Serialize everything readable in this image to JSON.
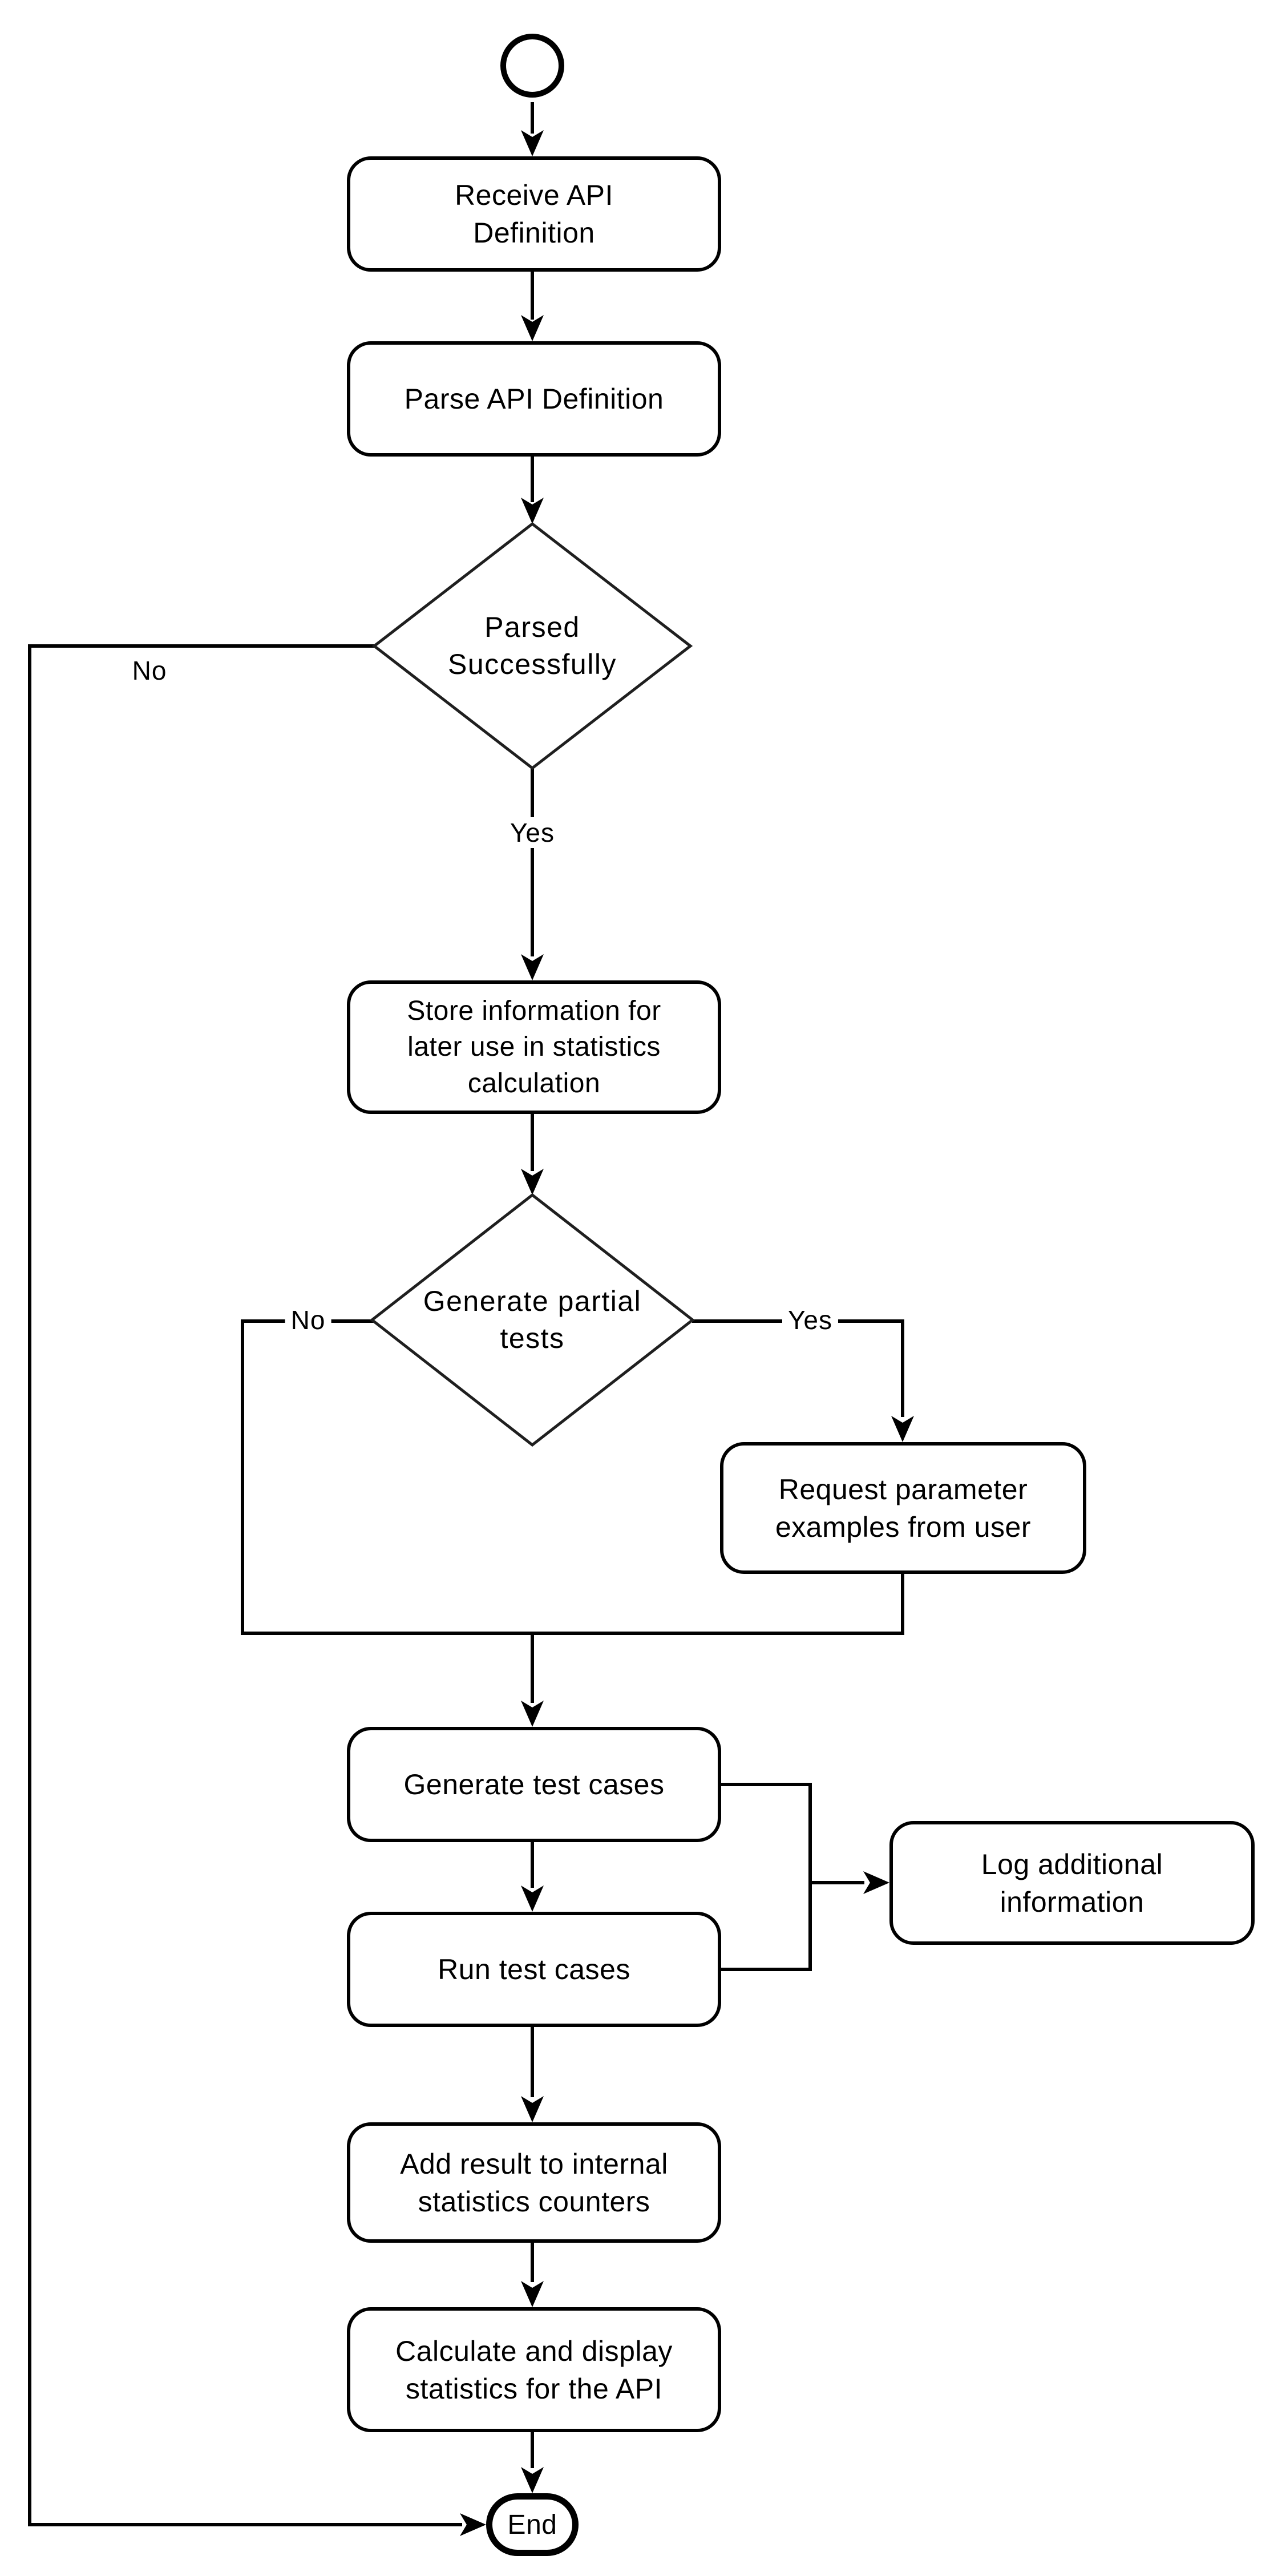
{
  "flowchart": {
    "nodes": {
      "receive_api_definition": {
        "label": "Receive API\nDefinition"
      },
      "parse_api_definition": {
        "label": "Parse API Definition"
      },
      "parsed_successfully": {
        "label": "Parsed\nSuccessfully"
      },
      "store_information": {
        "label": "Store information for\nlater use in statistics\ncalculation"
      },
      "generate_partial_tests": {
        "label": "Generate partial\ntests"
      },
      "request_parameter_examples": {
        "label": "Request parameter\nexamples from user"
      },
      "generate_test_cases": {
        "label": "Generate test cases"
      },
      "run_test_cases": {
        "label": "Run test cases"
      },
      "log_additional_information": {
        "label": "Log additional\ninformation"
      },
      "add_result_to_counters": {
        "label": "Add result to internal\nstatistics counters"
      },
      "calculate_and_display_statistics": {
        "label": "Calculate and display\nstatistics for the API"
      },
      "end": {
        "label": "End"
      }
    },
    "edge_labels": {
      "parsed_no": "No",
      "parsed_yes": "Yes",
      "partial_no": "No",
      "partial_yes": "Yes"
    },
    "colors": {
      "stroke": "#000000",
      "node_fill": "#ffffff",
      "text": "#000000",
      "background": "#ffffff"
    }
  }
}
